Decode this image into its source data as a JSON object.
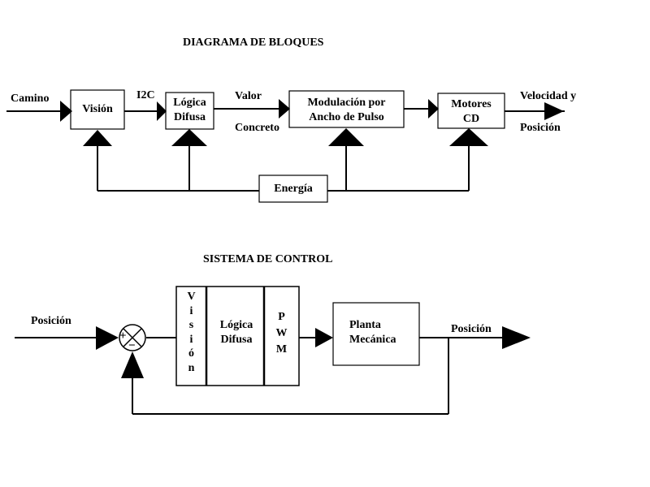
{
  "block_diagram": {
    "title": "DIAGRAMA DE BLOQUES",
    "input_label": "Camino",
    "i2c_label": "I2C",
    "valor_label": "Valor",
    "concreto_label": "Concreto",
    "velocidad_label": "Velocidad y",
    "posicion_label": "Posición",
    "blocks": {
      "vision": "Visión",
      "logica_line1": "Lógica",
      "logica_line2": "Difusa",
      "modulacion_line1": "Modulación por",
      "modulacion_line2": "Ancho de Pulso",
      "motores_line1": "Motores",
      "motores_line2": "CD",
      "energia": "Energía"
    }
  },
  "control_system": {
    "title": "SISTEMA DE CONTROL",
    "input_label": "Posición",
    "output_label": "Posición",
    "sum_plus": "+",
    "sum_minus": "−",
    "vision_letters": [
      "V",
      "i",
      "s",
      "i",
      "ó",
      "n"
    ],
    "logica_line1": "Lógica",
    "logica_line2": "Difusa",
    "pwm_letters": [
      "P",
      "W",
      "M"
    ],
    "planta_line1": "Planta",
    "planta_line2": "Mecánica"
  }
}
